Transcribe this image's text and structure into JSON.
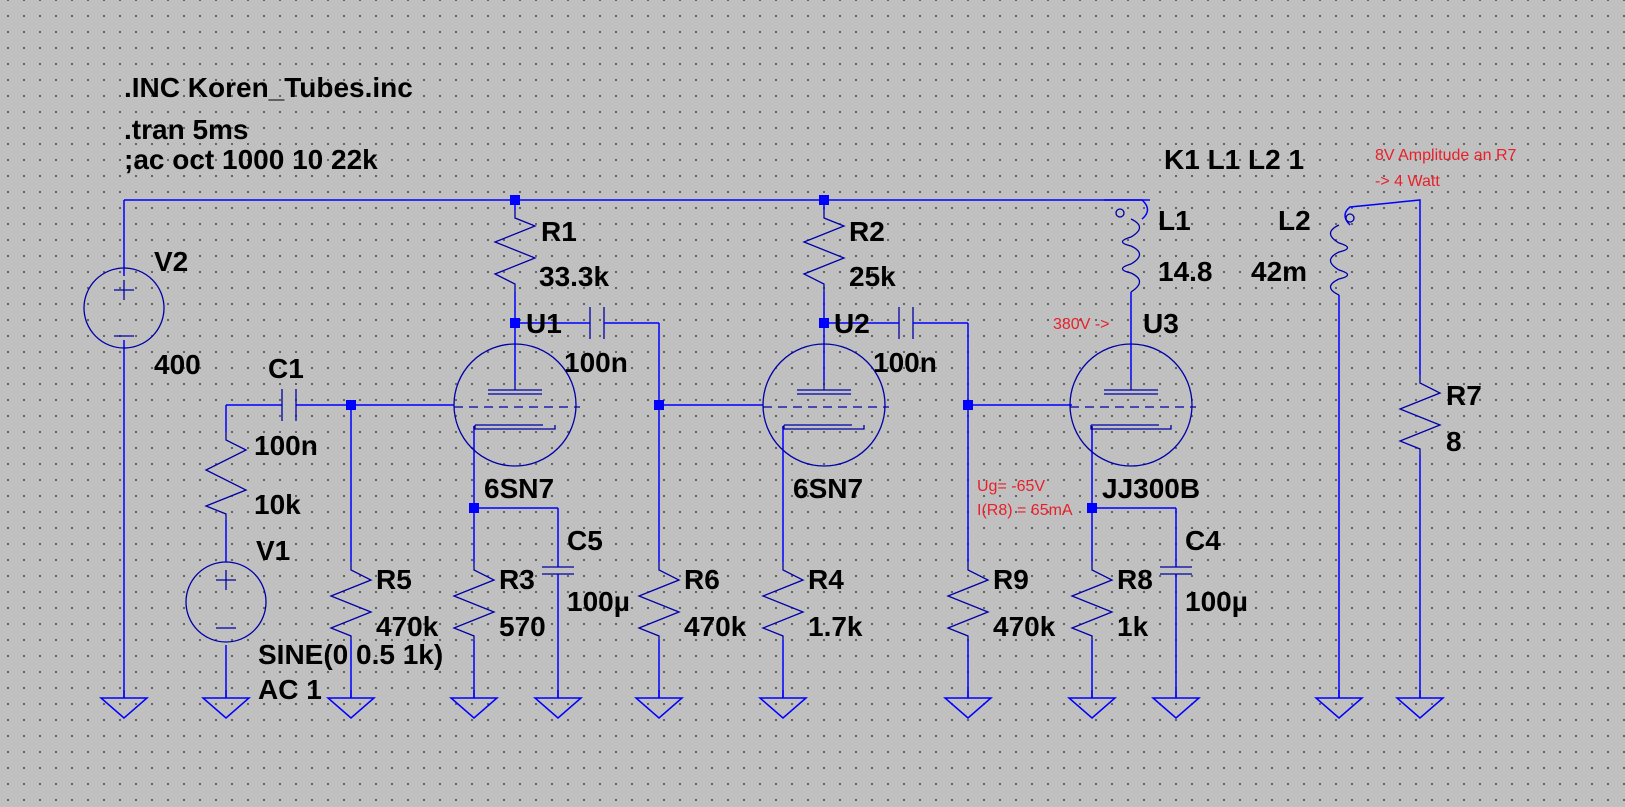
{
  "directives": {
    "inc": ".INC Koren_Tubes.inc",
    "tran": ".tran 5ms",
    "ac": ";ac oct 1000 10 22k",
    "coupling": "K1 L1 L2 1"
  },
  "components": {
    "V2": {
      "name": "V2",
      "value": "400"
    },
    "V1": {
      "name": "V1",
      "value": "SINE(0 0.5 1k)",
      "value2": "AC 1"
    },
    "C1": {
      "name": "C1",
      "value": "100n"
    },
    "R_in": {
      "value": "10k"
    },
    "R5": {
      "name": "R5",
      "value": "470k"
    },
    "R1": {
      "name": "R1",
      "value": "33.3k"
    },
    "U1": {
      "name": "U1",
      "model": "6SN7"
    },
    "C_u1": {
      "value": "100n"
    },
    "R3": {
      "name": "R3",
      "value": "570"
    },
    "C5": {
      "name": "C5",
      "value": "100µ"
    },
    "R6": {
      "name": "R6",
      "value": "470k"
    },
    "R2": {
      "name": "R2",
      "value": "25k"
    },
    "U2": {
      "name": "U2",
      "model": "6SN7"
    },
    "C_u2": {
      "value": "100n"
    },
    "R4": {
      "name": "R4",
      "value": "1.7k"
    },
    "R9": {
      "name": "R9",
      "value": "470k"
    },
    "L1": {
      "name": "L1",
      "value": "14.8"
    },
    "U3": {
      "name": "U3",
      "model": "JJ300B"
    },
    "R8": {
      "name": "R8",
      "value": "1k"
    },
    "C4": {
      "name": "C4",
      "value": "100µ"
    },
    "L2": {
      "name": "L2",
      "value": "42m"
    },
    "R7": {
      "name": "R7",
      "value": "8"
    }
  },
  "annotations": {
    "amp_line1": "8V Amplitude an R7",
    "amp_line2": "-> 4 Watt",
    "plate_voltage": "380V ->",
    "grid_voltage": "Ug= -65V",
    "cathode_current": "I(R8) = 65mA"
  },
  "colors": {
    "wire": "#0000ff",
    "symbol": "#0000a8",
    "annotation": "#e8202a",
    "background": "#c0c0c0"
  }
}
